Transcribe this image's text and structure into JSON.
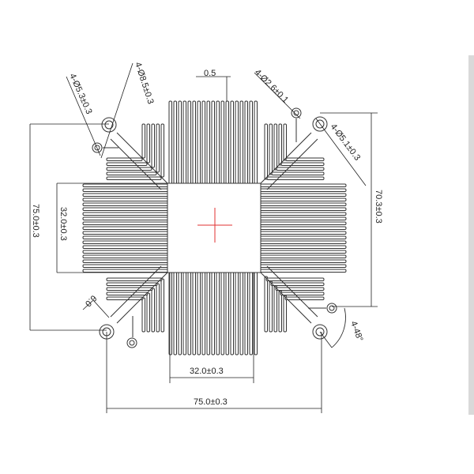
{
  "drawing": {
    "title": "Heatsink profile drawing",
    "labels": {
      "fin_thickness": "0.5",
      "large_hole": "4-Ø8.5±0.3",
      "left_small_hole": "4-Ø5.3±0.3",
      "tiny_hole": "4-Ø2.6±0.1",
      "right_small_hole": "4-Ø5.1±0.3",
      "right_height": "70.3±0.3",
      "left_height": "75.0±0.3",
      "left_core": "32.0±0.3",
      "bottom_core": "32.0±0.3",
      "bottom_width": "75.0±0.3",
      "arm_width": "6.0",
      "angle": "4-48°"
    },
    "colors": {
      "line": "#333333",
      "center_mark": "#e03030",
      "accent": "#9fd8e8"
    }
  }
}
